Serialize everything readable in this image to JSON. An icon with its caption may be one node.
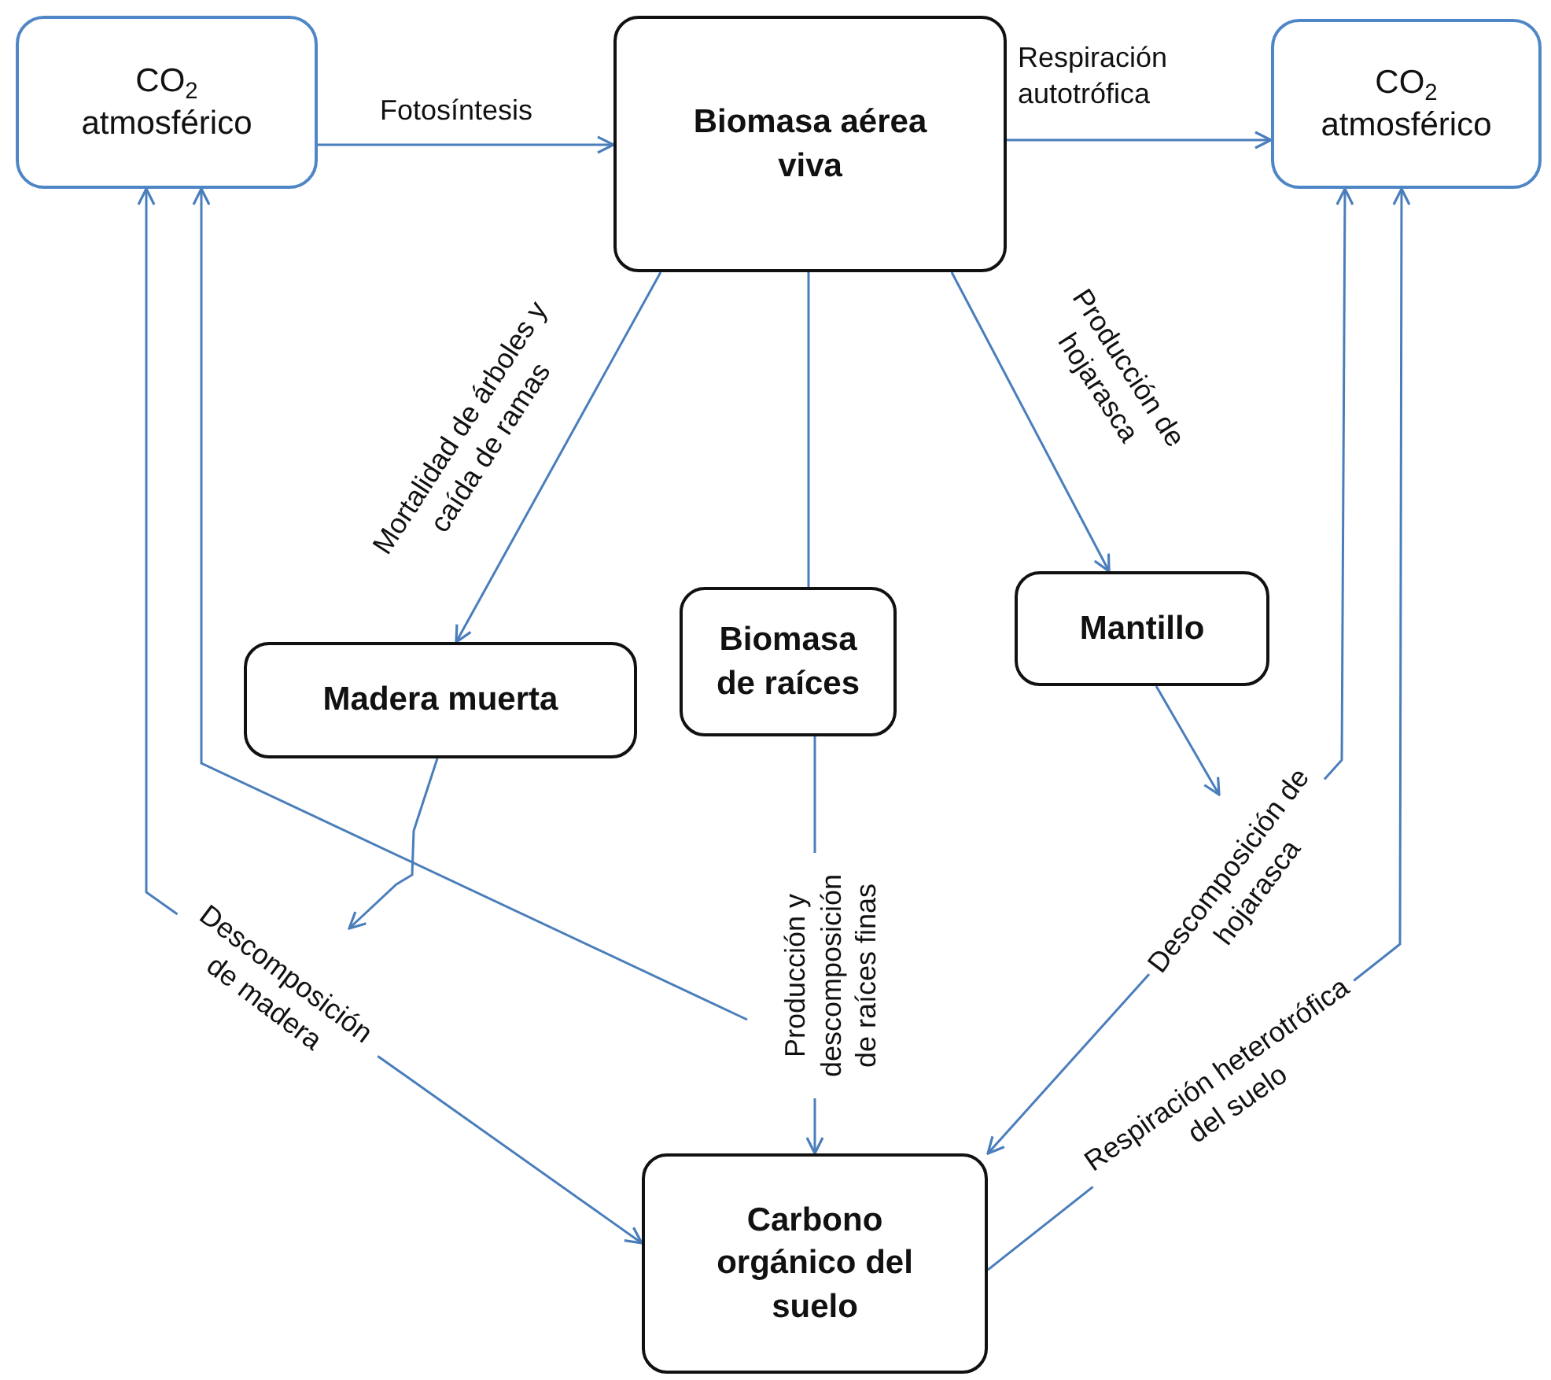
{
  "diagram": {
    "nodes": [
      {
        "text": [
          "CO$_{2}$ atmosférico"
        ]
      },
      {
        "text": [
          "Biomasa aérea viva"
        ]
      },
      {
        "text": [
          "CO$_{2}$ atmosférico"
        ]
      },
      {
        "text": [
          "Madera muerta"
        ]
      },
      {
        "text": [
          "Biomasa de raíces"
        ]
      },
      {
        "text": [
          "Mantillo"
        ]
      },
      {
        "text": [
          "Carbono orgánico del suelo"
        ]
      }
    ],
    "edges": [
      {
        "from": 0,
        "to": 1,
        "arrow": "to",
        "label": "Fotosíntesis"
      },
      {
        "from": 1,
        "to": 2,
        "arrow": "to",
        "label": "Respiración autotrófica"
      },
      {
        "from": 1,
        "to": 3,
        "arrow": "to",
        "label": "Mortalidad de árboles y caída de ramas"
      },
      {
        "from": 1,
        "to": 4,
        "arrow": "none"
      },
      {
        "from": 1,
        "to": 5,
        "arrow": "to",
        "label": "Producción de hojarasca"
      },
      {
        "from": 3,
        "to": null,
        "arrow": "to"
      },
      {
        "from": 0,
        "to": 6,
        "arrow": "both",
        "label": "Descomposición de madera"
      },
      {
        "from": null,
        "to": 0,
        "arrow": "to"
      },
      {
        "from": 4,
        "to": 6,
        "arrow": "to",
        "label": "Producción y descomposición de raíces finas"
      },
      {
        "from": 5,
        "to": null,
        "arrow": "to"
      },
      {
        "from": 2,
        "to": 6,
        "arrow": "both",
        "label": "Descomposición de hojarasca"
      },
      {
        "from": 6,
        "to": 2,
        "arrow": "to",
        "label": "Respiración heterotrófica del suelo"
      }
    ]
  }
}
